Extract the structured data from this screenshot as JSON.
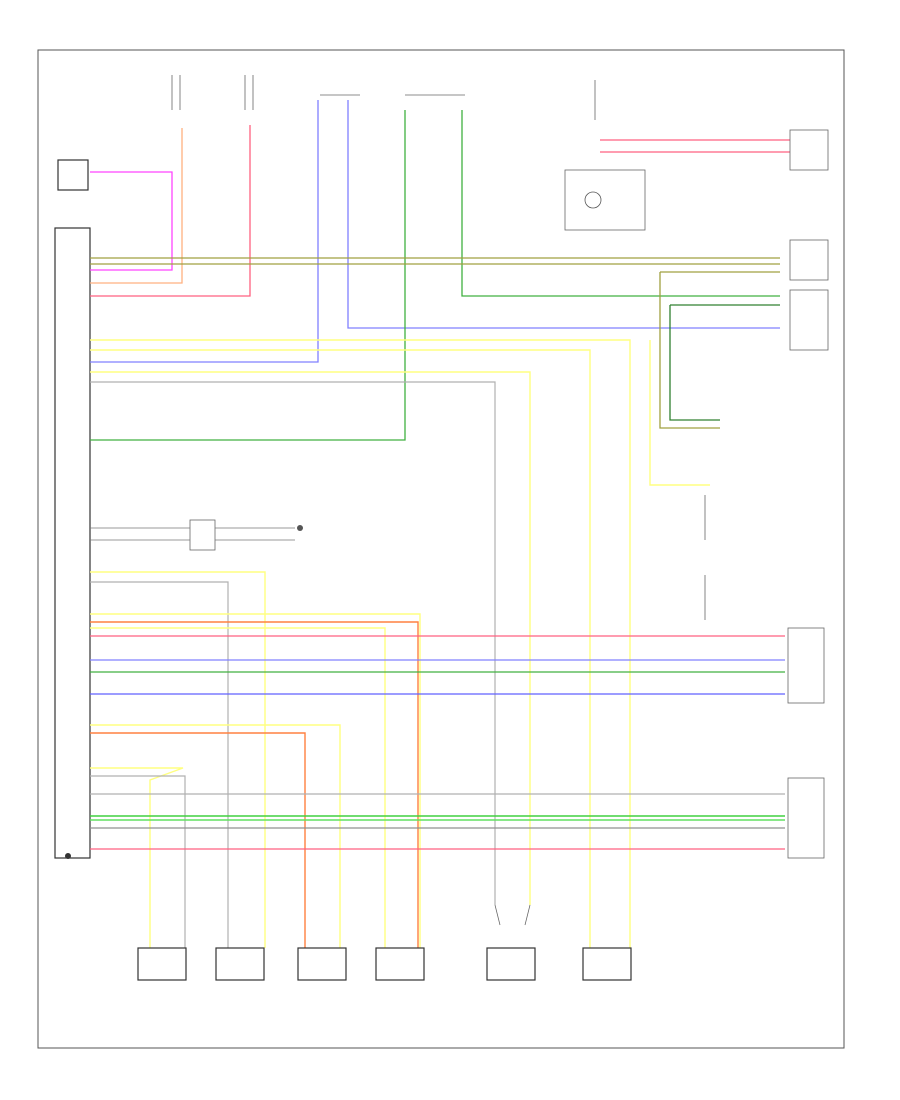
{
  "colors": {
    "pink": "#ff44ff",
    "peach": "#ffb080",
    "red": "#ff6080",
    "olive": "#a0a040",
    "blue": "#8080ff",
    "green": "#40b040",
    "lightgreen": "#60e060",
    "yellow": "#ffff80",
    "gray": "#b0b0b0",
    "orange": "#ff8040",
    "darkgreen": "#308030"
  },
  "wires": [
    {
      "id": "w-pink",
      "color": "pink"
    },
    {
      "id": "w-peach",
      "color": "peach"
    },
    {
      "id": "w-red-top",
      "color": "red"
    },
    {
      "id": "w-blue-top",
      "color": "blue"
    },
    {
      "id": "w-green-top",
      "color": "green"
    },
    {
      "id": "w-lightgreen-top",
      "color": "lightgreen"
    },
    {
      "id": "w-olive",
      "color": "olive"
    },
    {
      "id": "w-yellow",
      "color": "yellow"
    },
    {
      "id": "w-gray",
      "color": "gray"
    },
    {
      "id": "w-orange",
      "color": "orange"
    },
    {
      "id": "w-darkgreen",
      "color": "darkgreen"
    }
  ]
}
